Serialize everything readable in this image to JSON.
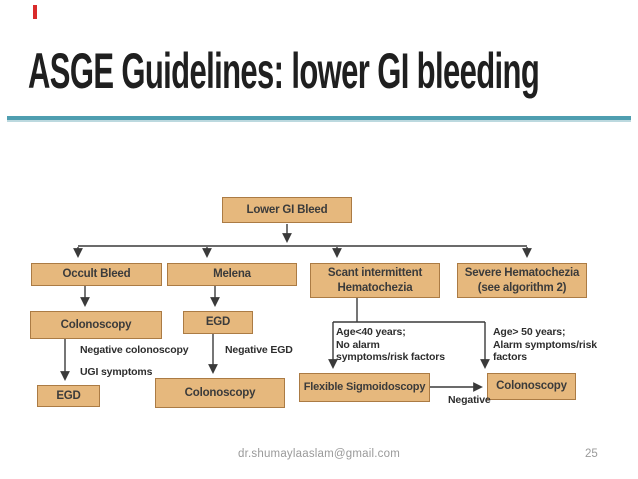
{
  "slide": {
    "title": "ASGE Guidelines: lower GI bleeding",
    "footer": {
      "email": "dr.shumaylaaslam@gmail.com",
      "page_number": "25"
    },
    "colors": {
      "rule_teal": "#4f9eb0",
      "node_fill": "#e6b87d",
      "node_border": "#ab7b44",
      "red_tick": "#d92b2b",
      "connector": "#3a3a3a"
    }
  },
  "flowchart": {
    "nodes": {
      "lower_gi_bleed": "Lower GI Bleed",
      "occult_bleed": "Occult Bleed",
      "melena": "Melena",
      "scant_intermittent_hematochezia": "Scant intermittent\nHematochezia",
      "severe_hematochezia": "Severe Hematochezia\n(see algorithm 2)",
      "colonoscopy_occult": "Colonoscopy",
      "egd_melena": "EGD",
      "egd_occult": "EGD",
      "colonoscopy_melena": "Colonoscopy",
      "flexible_sigmoidoscopy": "Flexible Sigmoidoscopy",
      "colonoscopy_scant": "Colonoscopy"
    },
    "edge_labels": {
      "negative_colonoscopy": "Negative colonoscopy",
      "ugi_symptoms": "UGI symptoms",
      "negative_egd": "Negative EGD",
      "age_under_40": "Age<40 years;\nNo alarm\nsymptoms/risk factors",
      "age_over_50": "Age> 50 years;\nAlarm symptoms/risk\nfactors",
      "negative_flex_sig": "Negative"
    }
  }
}
